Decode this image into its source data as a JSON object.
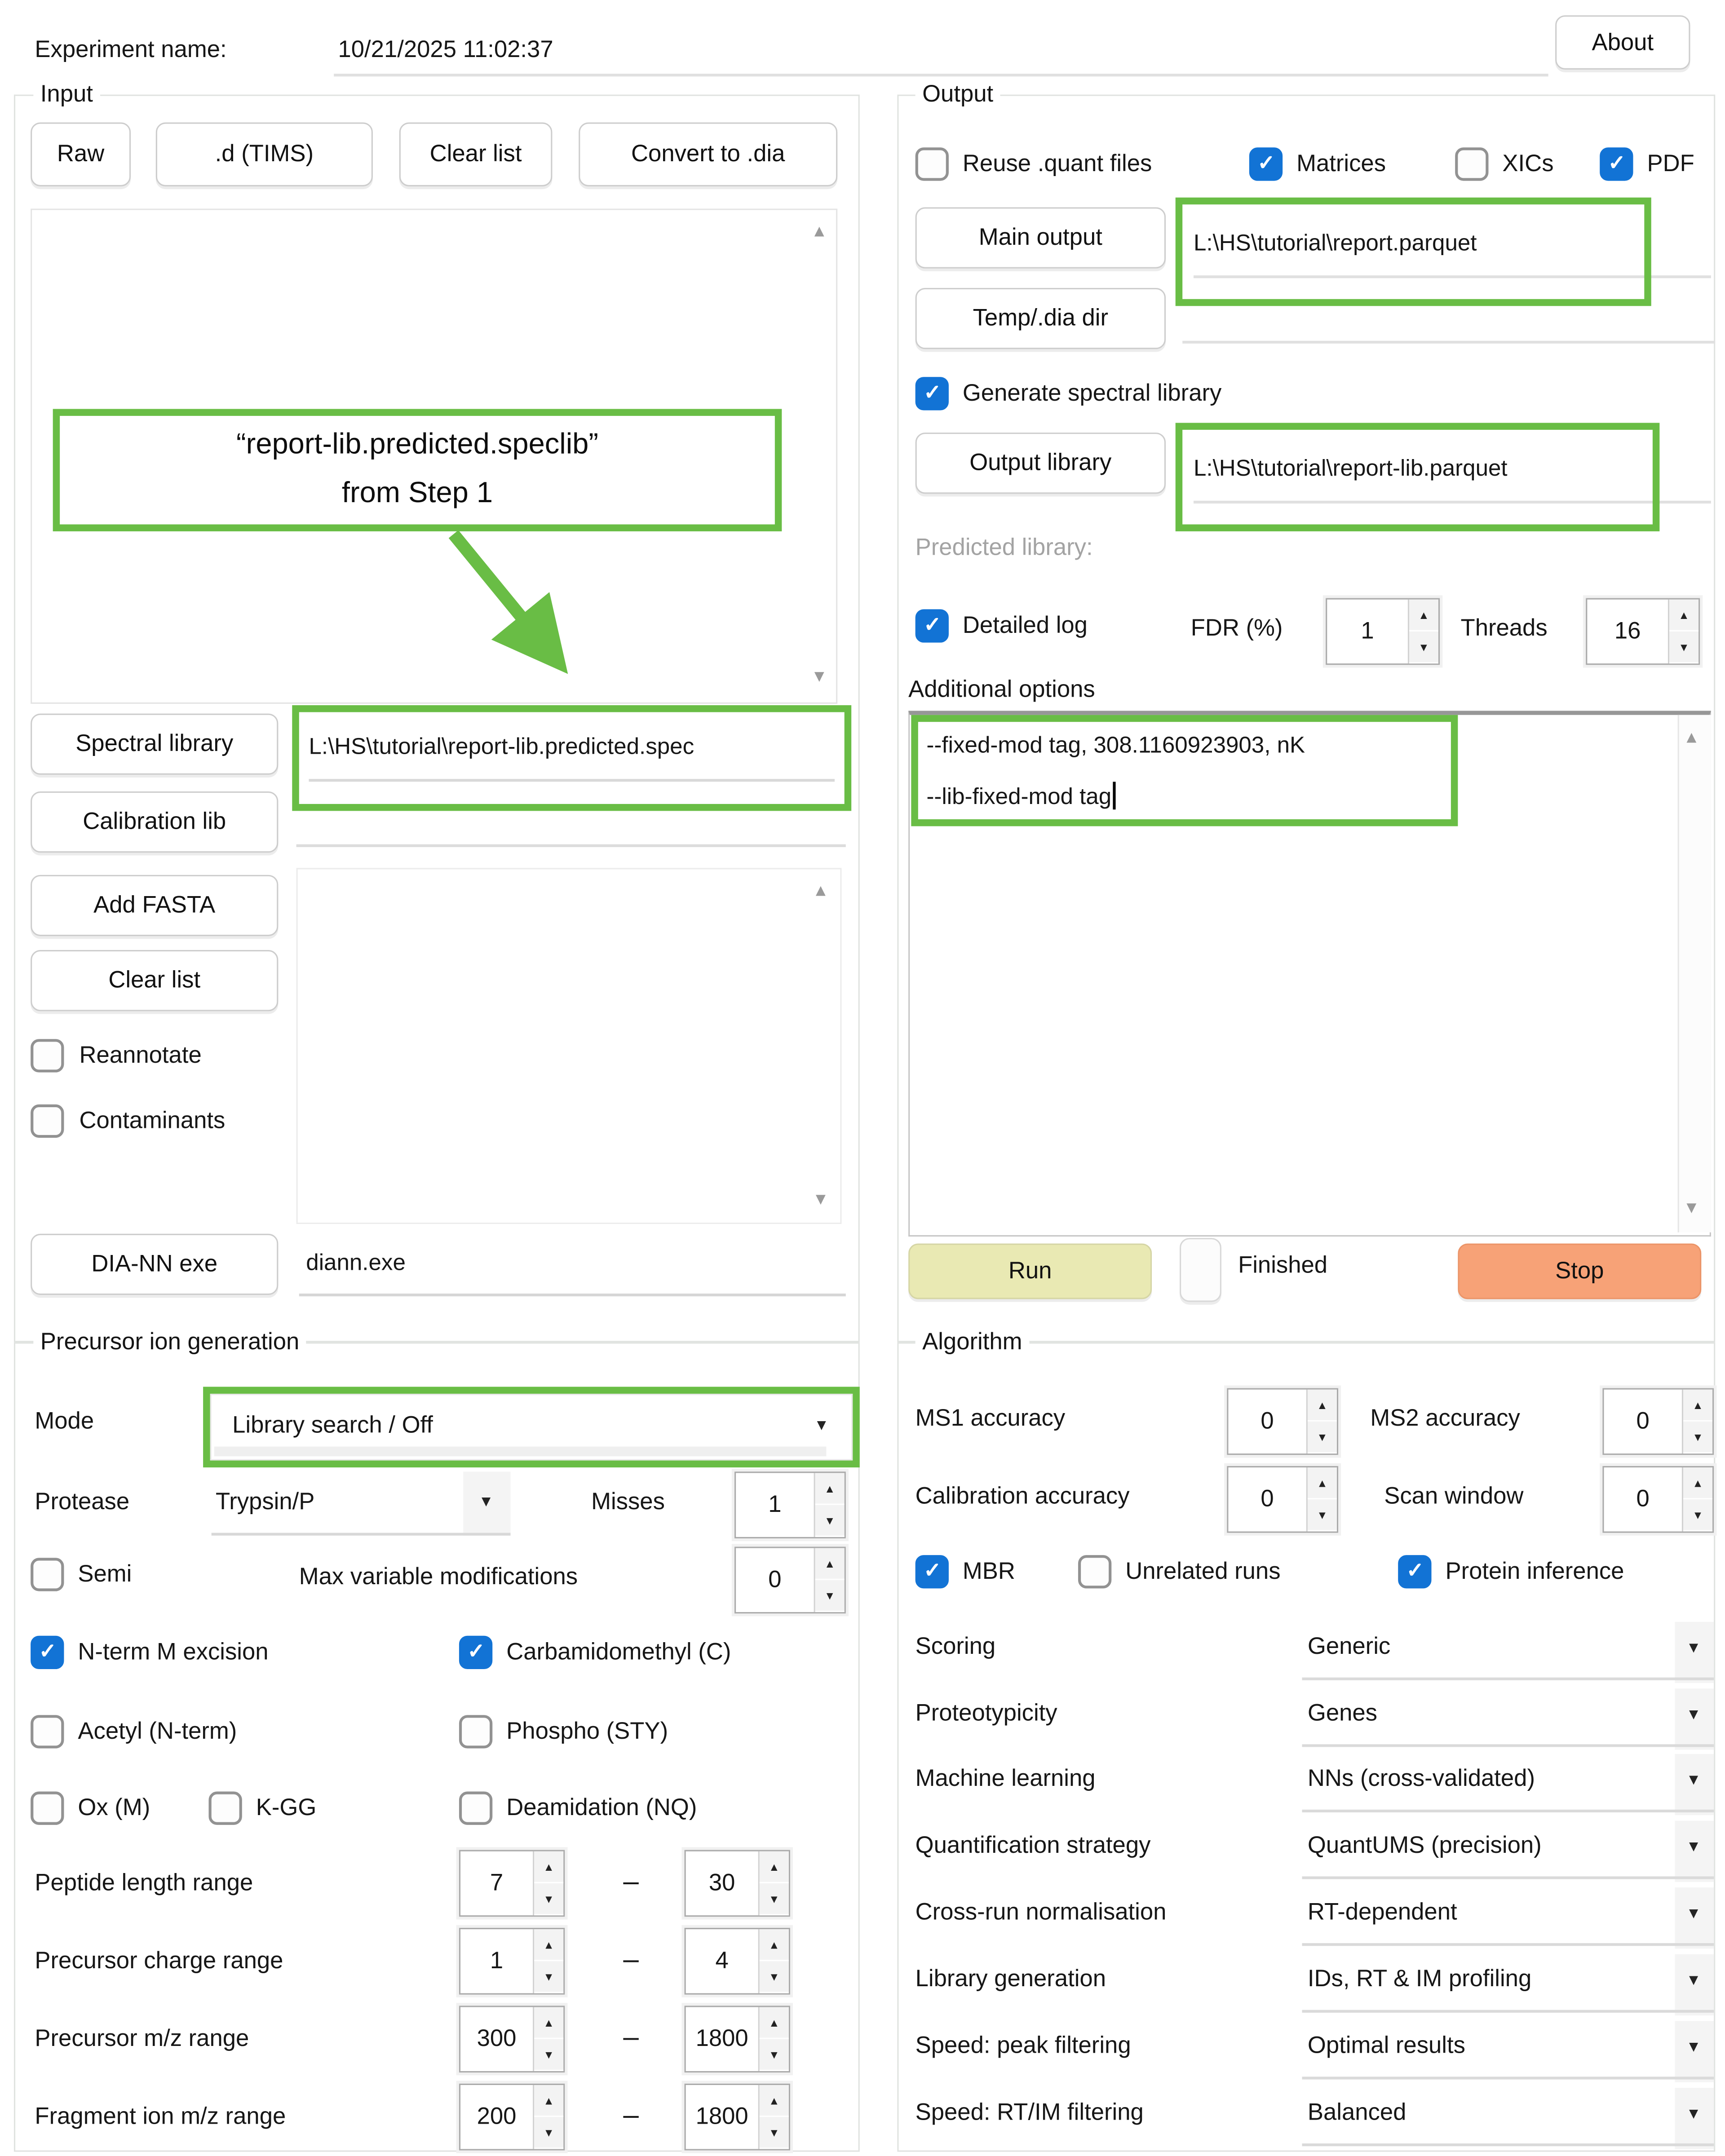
{
  "header": {
    "experiment_label": "Experiment name:",
    "experiment_value": "10/21/2025 11:02:37",
    "about_button": "About"
  },
  "input": {
    "legend": "Input",
    "raw_button": "Raw",
    "d_tims_button": ".d (TIMS)",
    "clear_list_button": "Clear list",
    "convert_button": "Convert to .dia",
    "annotation_line1": "“report-lib.predicted.speclib”",
    "annotation_line2": "from Step 1",
    "spectral_library_button": "Spectral library",
    "spectral_library_value": "L:\\HS\\tutorial\\report-lib.predicted.spec",
    "calibration_lib_button": "Calibration lib",
    "calibration_lib_value": "",
    "add_fasta_button": "Add FASTA",
    "fasta_clear_button": "Clear list",
    "reannotate_label": "Reannotate",
    "reannotate_checked": false,
    "contaminants_label": "Contaminants",
    "contaminants_checked": false,
    "diann_exe_button": "DIA-NN exe",
    "diann_exe_value": "diann.exe"
  },
  "output": {
    "legend": "Output",
    "reuse_label": "Reuse .quant files",
    "reuse_checked": false,
    "matrices_label": "Matrices",
    "matrices_checked": true,
    "xics_label": "XICs",
    "xics_checked": false,
    "pdf_label": "PDF",
    "pdf_checked": true,
    "main_output_button": "Main output",
    "main_output_value": "L:\\HS\\tutorial\\report.parquet",
    "temp_dir_button": "Temp/.dia dir",
    "temp_dir_value": "",
    "gen_speclib_label": "Generate spectral library",
    "gen_speclib_checked": true,
    "output_library_button": "Output library",
    "output_library_value": "L:\\HS\\tutorial\\report-lib.parquet",
    "predicted_library_label": "Predicted library:",
    "detailed_log_label": "Detailed log",
    "detailed_log_checked": true,
    "fdr_label": "FDR (%)",
    "fdr_value": "1",
    "threads_label": "Threads",
    "threads_value": "16",
    "additional_options_label": "Additional options",
    "options_line1": "--fixed-mod tag, 308.1160923903, nK",
    "options_line2": "--lib-fixed-mod tag",
    "run_button": "Run",
    "finished_label": "Finished",
    "stop_button": "Stop"
  },
  "precursor": {
    "legend": "Precursor ion generation",
    "mode_label": "Mode",
    "mode_value": "Library search / Off",
    "protease_label": "Protease",
    "protease_value": "Trypsin/P",
    "misses_label": "Misses",
    "misses_value": "1",
    "semi_label": "Semi",
    "semi_checked": false,
    "maxvar_label": "Max variable modifications",
    "maxvar_value": "0",
    "dash": "–",
    "mods": [
      {
        "label": "N-term M excision",
        "checked": true
      },
      {
        "label": "Carbamidomethyl (C)",
        "checked": true
      },
      {
        "label": "Acetyl (N-term)",
        "checked": false
      },
      {
        "label": "Phospho (STY)",
        "checked": false
      },
      {
        "label": "Ox (M)",
        "checked": false
      },
      {
        "label": "K-GG",
        "checked": false
      },
      {
        "label": "Deamidation (NQ)",
        "checked": false
      }
    ],
    "ranges": [
      {
        "label": "Peptide length range",
        "from": "7",
        "to": "30"
      },
      {
        "label": "Precursor charge range",
        "from": "1",
        "to": "4"
      },
      {
        "label": "Precursor m/z range",
        "from": "300",
        "to": "1800"
      },
      {
        "label": "Fragment ion m/z range",
        "from": "200",
        "to": "1800"
      }
    ]
  },
  "algorithm": {
    "legend": "Algorithm",
    "ms1_label": "MS1 accuracy",
    "ms1_value": "0",
    "ms2_label": "MS2 accuracy",
    "ms2_value": "0",
    "cal_label": "Calibration accuracy",
    "cal_value": "0",
    "scan_label": "Scan window",
    "scan_value": "0",
    "mbr_label": "MBR",
    "mbr_checked": true,
    "unrelated_label": "Unrelated runs",
    "unrelated_checked": false,
    "protein_label": "Protein inference",
    "protein_checked": true,
    "combos": [
      {
        "label": "Scoring",
        "value": "Generic"
      },
      {
        "label": "Proteotypicity",
        "value": "Genes"
      },
      {
        "label": "Machine learning",
        "value": "NNs (cross-validated)"
      },
      {
        "label": "Quantification strategy",
        "value": "QuantUMS (precision)"
      },
      {
        "label": "Cross-run normalisation",
        "value": "RT-dependent"
      },
      {
        "label": "Library generation",
        "value": "IDs, RT & IM profiling"
      },
      {
        "label": "Speed: peak filtering",
        "value": "Optimal results"
      },
      {
        "label": "Speed: RT/IM filtering",
        "value": "Balanced"
      }
    ]
  },
  "colors": {
    "accent_green": "#69bd45",
    "checkbox_blue": "#1273d5",
    "run_bg": "#e9e9b3",
    "stop_bg": "#f7a277"
  }
}
